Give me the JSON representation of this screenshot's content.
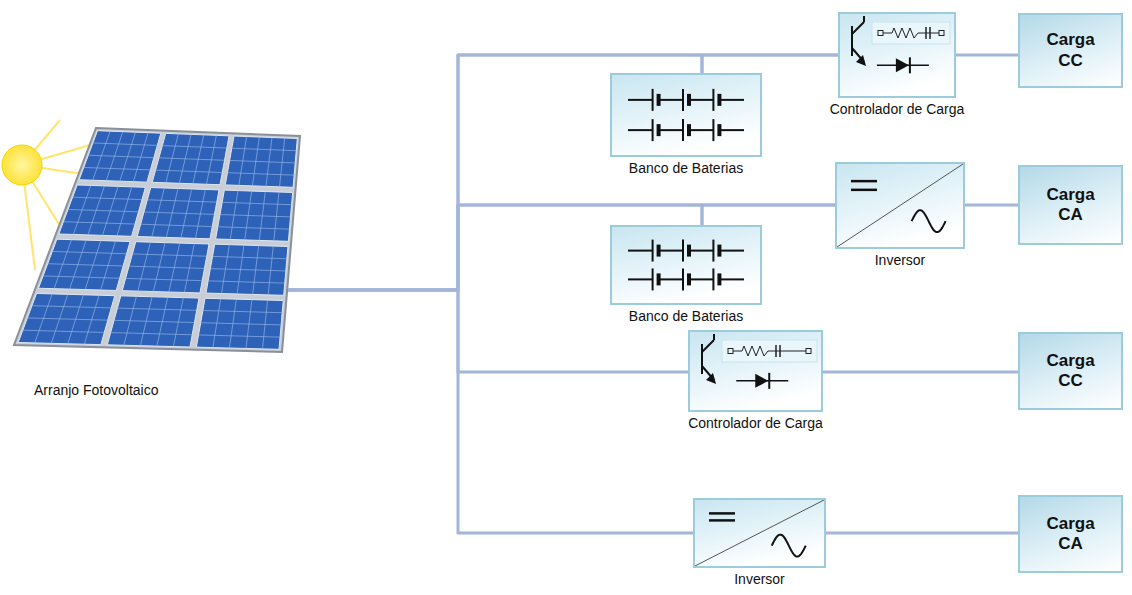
{
  "diagram": {
    "nodes": [
      {
        "text": [
          "Arranjo Fotovoltaico"
        ]
      },
      {
        "text": [
          "Controlador de Carga"
        ]
      },
      {
        "text": [
          "Carga CC"
        ]
      },
      {
        "text": [
          "Banco de Baterias"
        ]
      },
      {
        "text": [
          "Inversor"
        ]
      },
      {
        "text": [
          "Carga CA"
        ]
      },
      {
        "text": [
          "Banco de Baterias"
        ]
      },
      {
        "text": [
          "Controlador de Carga"
        ]
      },
      {
        "text": [
          "Carga CC"
        ]
      },
      {
        "text": [
          "Inversor"
        ]
      },
      {
        "text": [
          "Carga CA"
        ]
      }
    ],
    "edges": [
      {
        "from": 0,
        "to": 1,
        "arrow": "none"
      },
      {
        "from": 0,
        "to": 3,
        "arrow": "none"
      },
      {
        "from": 0,
        "to": 4,
        "arrow": "none"
      },
      {
        "from": 0,
        "to": 6,
        "arrow": "none"
      },
      {
        "from": 0,
        "to": 7,
        "arrow": "none"
      },
      {
        "from": 0,
        "to": 9,
        "arrow": "none"
      },
      {
        "from": 3,
        "to": 1,
        "arrow": "none"
      },
      {
        "from": 6,
        "to": 4,
        "arrow": "none"
      },
      {
        "from": 1,
        "to": 2,
        "arrow": "none"
      },
      {
        "from": 4,
        "to": 5,
        "arrow": "none"
      },
      {
        "from": 7,
        "to": 8,
        "arrow": "none"
      },
      {
        "from": 9,
        "to": 10,
        "arrow": "none"
      }
    ]
  }
}
